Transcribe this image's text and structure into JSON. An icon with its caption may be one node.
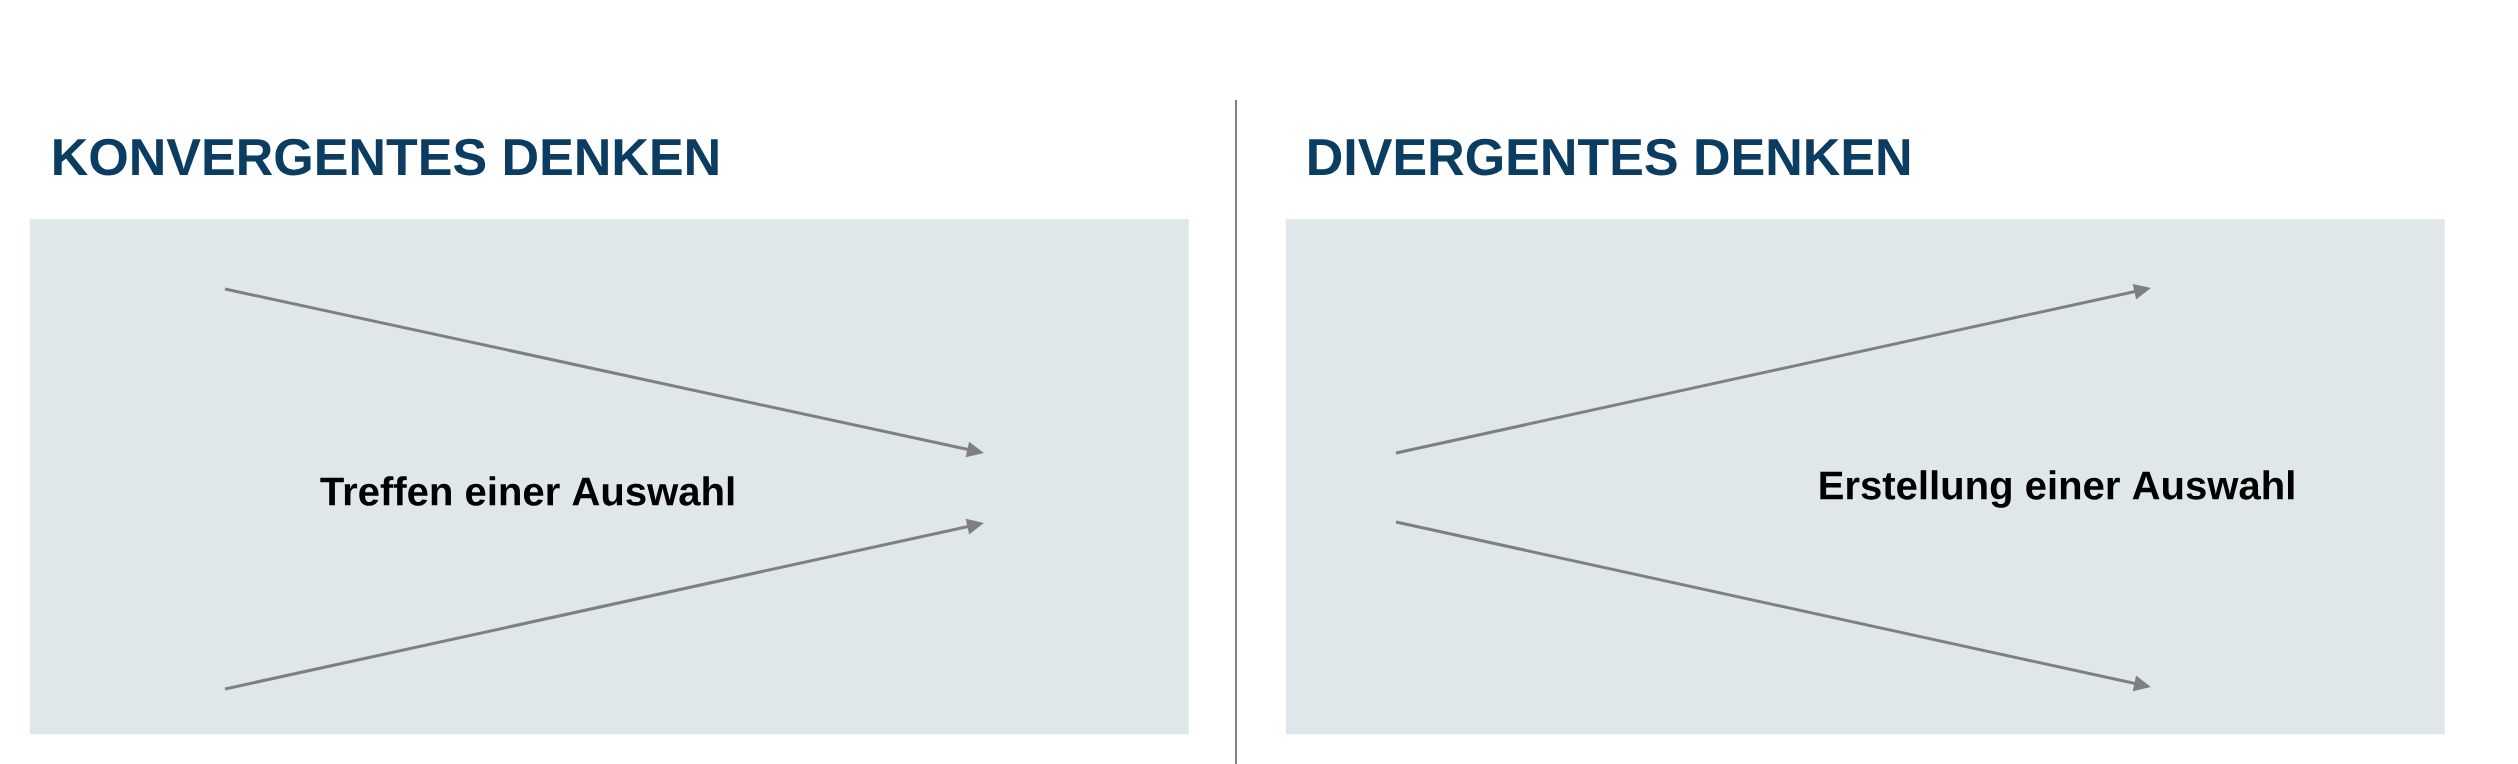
{
  "diagram": {
    "nodes": [
      {
        "text": [
          "KONVERGENTES DENKEN",
          "Treffen einer Auswahl"
        ]
      },
      {
        "text": [
          "DIVERGENTES DENKEN",
          "Erstellung einer Auswahl"
        ]
      }
    ]
  }
}
